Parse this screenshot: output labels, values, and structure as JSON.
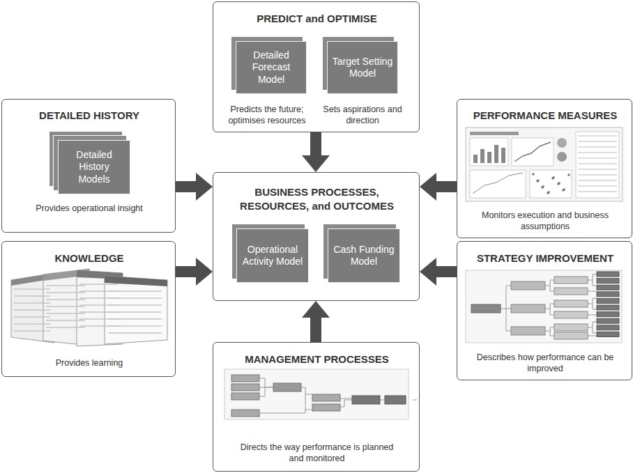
{
  "diagram": {
    "nodes": [
      {
        "text": [
          "PREDICT and OPTIMISE",
          "Predicts the future; optimises resources",
          "Sets aspirations and direction"
        ]
      },
      {
        "text": [
          "Detailed Forecast Model"
        ],
        "in": 0
      },
      {
        "text": [
          "Target Setting Model"
        ],
        "in": 0
      },
      {
        "text": [
          "DETAILED HISTORY",
          "Provides operational insight"
        ]
      },
      {
        "text": [
          "Detailed History Models"
        ],
        "in": 3
      },
      {
        "text": [
          "PERFORMANCE MEASURES",
          "Monitors execution and business assumptions"
        ]
      },
      {
        "text": [
          "BUSINESS PROCESSES, RESOURCES, and OUTCOMES"
        ]
      },
      {
        "text": [
          "Operational Activity Model"
        ],
        "in": 6
      },
      {
        "text": [
          "Cash Funding Model"
        ],
        "in": 6
      },
      {
        "text": [
          "KNOWLEDGE",
          "Provides learning"
        ]
      },
      {
        "text": [
          "STRATEGY IMPROVEMENT",
          "Describes how performance can be improved"
        ]
      },
      {
        "text": [
          "MANAGEMENT PROCESSES",
          "Directs the way performance is planned and monitored"
        ]
      }
    ],
    "edges": [
      {
        "from": 0,
        "to": 6,
        "arrow": "to"
      },
      {
        "from": 3,
        "to": 6,
        "arrow": "to"
      },
      {
        "from": 5,
        "to": 6,
        "arrow": "to"
      },
      {
        "from": 9,
        "to": 6,
        "arrow": "to"
      },
      {
        "from": 10,
        "to": 6,
        "arrow": "to"
      },
      {
        "from": 11,
        "to": 6,
        "arrow": "to"
      }
    ]
  }
}
